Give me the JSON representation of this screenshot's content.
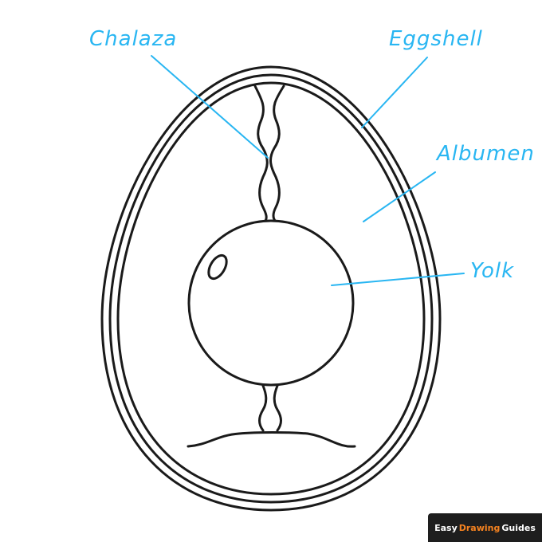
{
  "labels": {
    "chalaza": "Chalaza",
    "eggshell": "Eggshell",
    "albumen": "Albumen",
    "yolk": "Yolk"
  },
  "brand": {
    "word1": "Easy",
    "word2": "Drawing",
    "word3": "Guides"
  },
  "colors": {
    "label": "#29b6f2",
    "leader_line": "#29b6f2",
    "outline": "#1a1a1a",
    "background": "#ffffff",
    "badge_bg": "#1e1e1e",
    "badge_text": "#ffffff",
    "badge_accent": "#f58220"
  }
}
